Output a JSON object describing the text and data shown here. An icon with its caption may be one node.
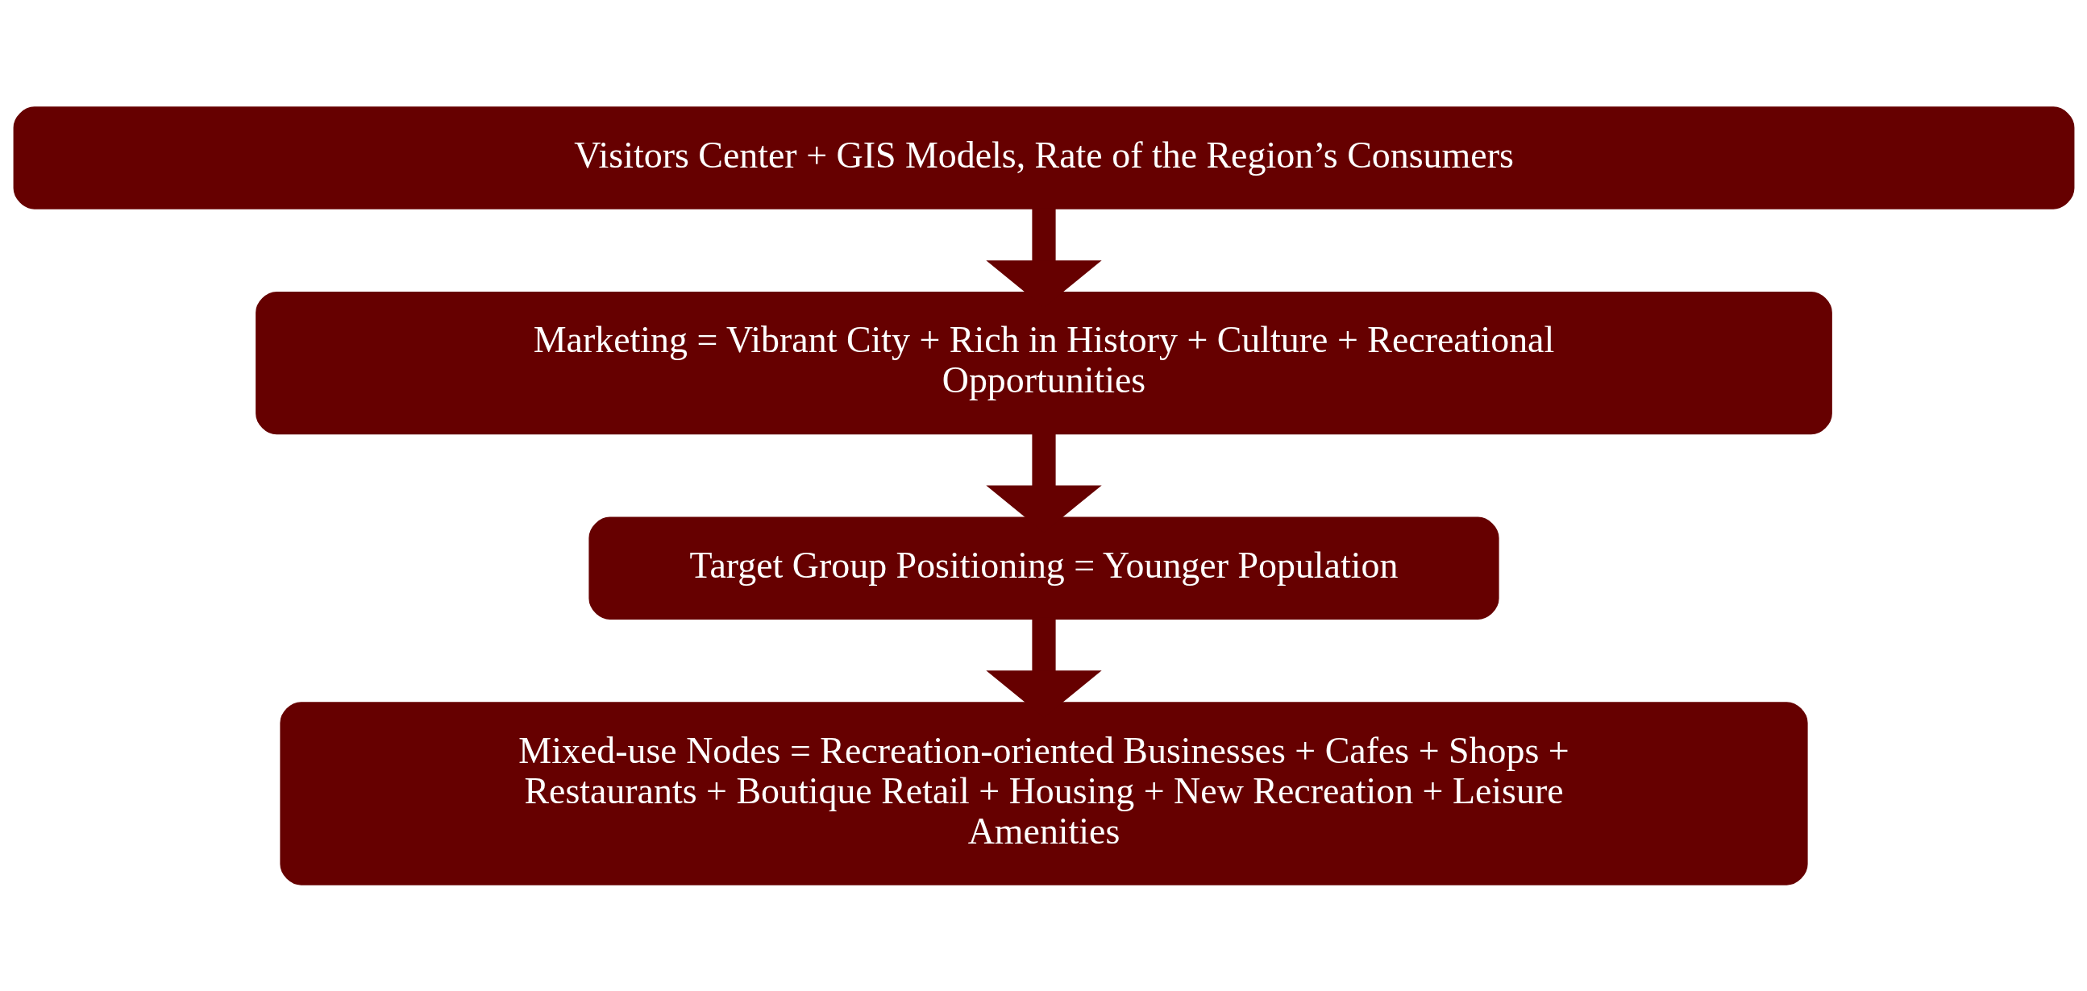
{
  "diagram": {
    "nodes": [
      {
        "text": [
          "Visitors Center + GIS Models, Rate of the Region’s Consumers"
        ]
      },
      {
        "text": [
          "Marketing = Vibrant City + Rich in History + Culture + Recreational Opportunities"
        ]
      },
      {
        "text": [
          "Target Group Positioning = Younger Population"
        ]
      },
      {
        "text": [
          "Mixed-use Nodes = Recreation-oriented Businesses + Cafes + Shops + Restaurants + Boutique Retail + Housing + New Recreation + Leisure Amenities"
        ]
      }
    ],
    "edges": [
      {
        "from": 0,
        "to": 1,
        "arrow": "to"
      },
      {
        "from": 1,
        "to": 2,
        "arrow": "to"
      },
      {
        "from": 2,
        "to": 3,
        "arrow": "to"
      }
    ]
  }
}
